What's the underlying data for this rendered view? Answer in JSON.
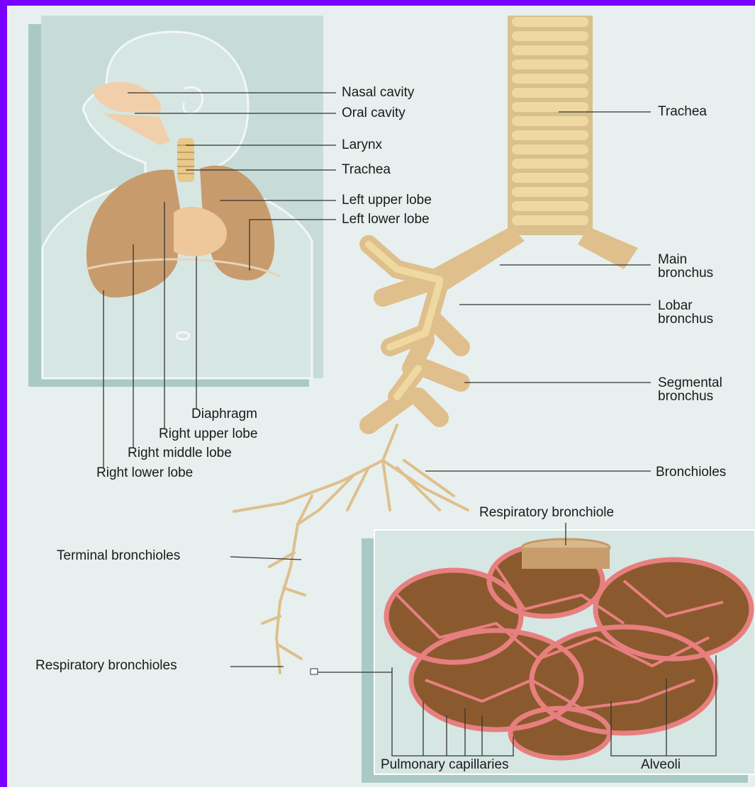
{
  "colors": {
    "border": "#7a00ff",
    "background": "#e7f0ee",
    "panel": "#c7dcd9",
    "panel_shadow": "#a9c9c5",
    "lung": "#c89b6d",
    "trachea_ring": "#efd9a0",
    "bronchus": "#dfbf8c",
    "capillary": "#e87f7f",
    "alveolus": "#8a5a2e",
    "leader": "#333333"
  },
  "labels": {
    "nasal_cavity": "Nasal cavity",
    "oral_cavity": "Oral cavity",
    "larynx": "Larynx",
    "trachea_small": "Trachea",
    "left_upper_lobe": "Left upper lobe",
    "left_lower_lobe": "Left lower lobe",
    "diaphragm": "Diaphragm",
    "right_upper_lobe": "Right upper lobe",
    "right_middle_lobe": "Right middle lobe",
    "right_lower_lobe": "Right lower lobe",
    "trachea": "Trachea",
    "main_bronchus_1": "Main",
    "main_bronchus_2": "bronchus",
    "lobar_bronchus_1": "Lobar",
    "lobar_bronchus_2": "bronchus",
    "segmental_bronchus_1": "Segmental",
    "segmental_bronchus_2": "bronchus",
    "bronchioles": "Bronchioles",
    "respiratory_bronchiole": "Respiratory bronchiole",
    "terminal_bronchioles": "Terminal bronchioles",
    "respiratory_bronchioles": "Respiratory bronchioles",
    "pulmonary_capillaries": "Pulmonary capillaries",
    "alveoli": "Alveoli"
  }
}
